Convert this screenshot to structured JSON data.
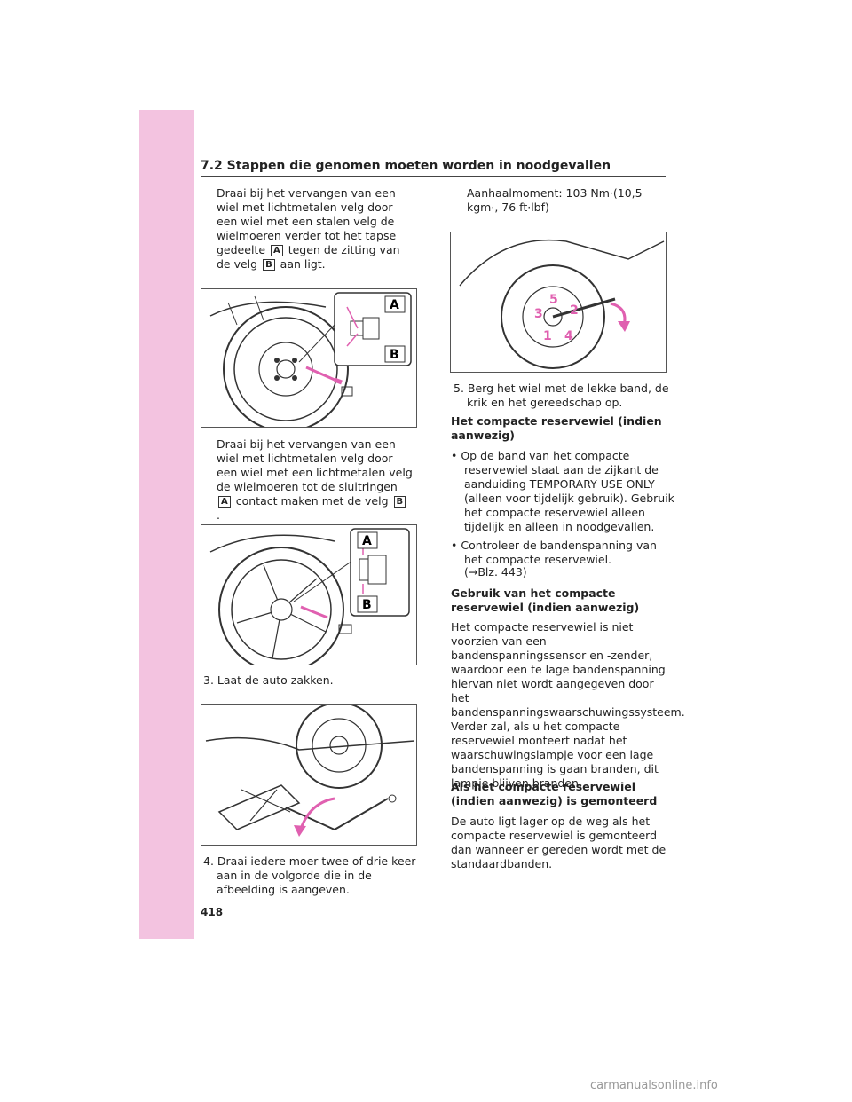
{
  "header": {
    "title": "7.2  Stappen die genomen moeten worden in noodgevallen"
  },
  "page": {
    "number": "418"
  },
  "left": {
    "p1": {
      "t1": "Draai bij het vervangen van een wiel met lichtmetalen velg door een wiel met een stalen velg de wielmoeren verder tot het tapse gedeelte ",
      "a": "A",
      "t2": " tegen de zitting van de velg ",
      "b": "B",
      "t3": " aan ligt."
    },
    "fig1": {
      "label_a": "A",
      "label_b": "B"
    },
    "p2": {
      "t1": "Draai bij het vervangen van een wiel met lichtmetalen velg door een wiel met een lichtmetalen velg de wielmoeren tot de sluitringen ",
      "a": "A",
      "t2": " contact maken met de velg ",
      "b": "B",
      "t3": " ."
    },
    "fig2": {
      "label_a": "A",
      "label_b": "B"
    },
    "step3": "3. Laat de auto zakken.",
    "step4": "4. Draai iedere moer twee of drie keer aan in de volgorde die in de afbeelding is aangeven."
  },
  "right": {
    "torque": "Aanhaalmoment: 103 Nm·(10,5 kgm·, 76 ft·lbf)",
    "fig4": {
      "n1": "1",
      "n2": "2",
      "n3": "3",
      "n4": "4",
      "n5": "5"
    },
    "step5": "5. Berg het wiel met de lekke band, de krik en het gereedschap op.",
    "h1": "Het compacte reservewiel (indien aanwezig)",
    "bullet1": "•  Op de band van het compacte reservewiel staat aan de zijkant de aanduiding TEMPORARY USE ONLY (alleen voor tijdelijk gebruik). Gebruik het compacte reservewiel alleen tijdelijk en alleen in noodgevallen.",
    "bullet2a": "•  Controleer de bandenspanning van het compacte reservewiel.",
    "bullet2b": "(→Blz. 443)",
    "h2": "Gebruik van het compacte reservewiel (indien aanwezig)",
    "p1": "Het compacte reservewiel is niet voorzien van een bandenspanningssensor en -zender, waardoor een te lage bandenspanning hiervan niet wordt aangegeven door het bandenspanningswaarschuwingssysteem. Verder zal, als u het compacte reservewiel monteert nadat het waarschuwingslampje voor een lage bandenspanning is gaan branden, dit lampje blijven branden.",
    "h3": "Als het compacte reservewiel (indien aanwezig) is gemonteerd",
    "p2": "De auto ligt lager op de weg als het compacte reservewiel is gemonteerd dan wanneer er gereden wordt met de standaardbanden."
  },
  "watermark": "carmanualsonline.info"
}
